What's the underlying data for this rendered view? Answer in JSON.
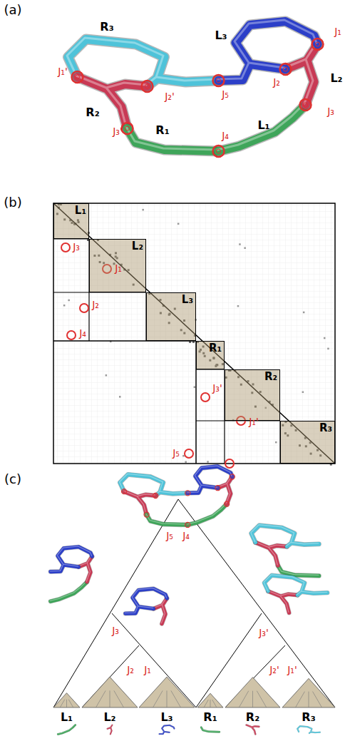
{
  "diagram": {
    "nodes": [
      {
        "text": [
          "L₁"
        ]
      },
      {
        "text": [
          "L₂"
        ]
      },
      {
        "text": [
          "L₃"
        ]
      },
      {
        "text": [
          "R₁"
        ]
      },
      {
        "text": [
          "R₂"
        ]
      },
      {
        "text": [
          "R₃"
        ]
      }
    ],
    "labels": [
      "(a)",
      "R₃",
      "L₃",
      "J₁",
      "J₁'",
      "R₂",
      "J₂'",
      "J₅",
      "J₂",
      "L₂",
      "J₃",
      "J₃'",
      "R₁",
      "J₄",
      "L₁",
      "(b)",
      "J₃",
      "J₁",
      "J₂",
      "J₄",
      "J₃'",
      "J₁'",
      "J₅",
      "(c)",
      "J₅",
      "J₄",
      "J₃",
      "J₂",
      "J₁",
      "J₃'",
      "J₂'",
      "J₁'",
      "L₁",
      "L₂",
      "L₃",
      "R₁",
      "R₂",
      "R₃"
    ]
  }
}
